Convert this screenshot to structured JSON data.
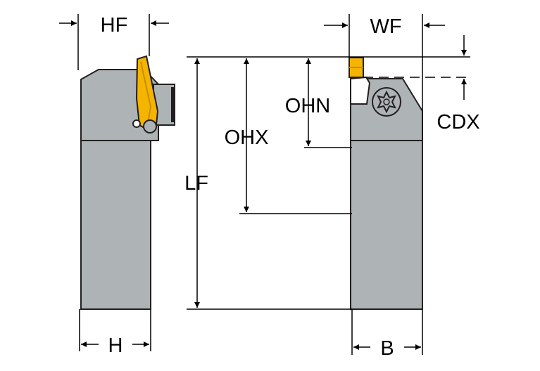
{
  "colors": {
    "body": "#aeb3b5",
    "outline": "#231f20",
    "insert": "#f4b400",
    "insert_dark": "#c98e00",
    "line": "#000000"
  },
  "labels": {
    "hf": "HF",
    "wf": "WF",
    "ohn": "OHN",
    "ohx": "OHX",
    "cdx": "CDX",
    "lf": "LF",
    "h": "H",
    "b": "B"
  },
  "icons": {
    "screw": "torx-screw-icon",
    "insert": "cutting-insert-icon"
  }
}
